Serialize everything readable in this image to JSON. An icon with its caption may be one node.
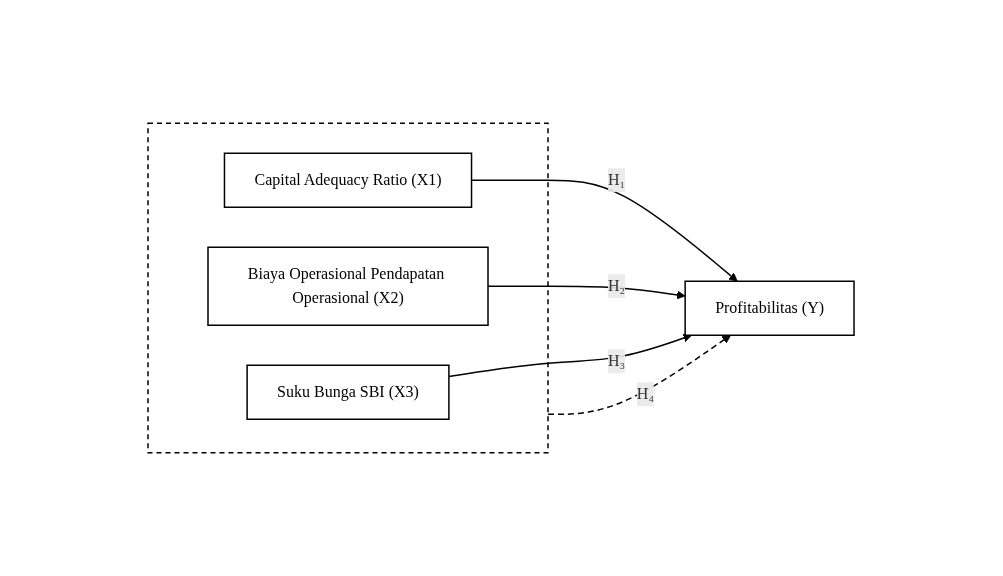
{
  "diagram": {
    "nodes": [
      {
        "text": [],
        "shape": "box"
      },
      {
        "text": [
          "Capital Adequacy Ratio (X1)"
        ],
        "in": 0
      },
      {
        "text": [
          "Biaya Operasional Pendapatan Operasional (X2)"
        ],
        "in": 0
      },
      {
        "text": [
          "Suku Bunga SBI (X3)"
        ],
        "in": 0
      },
      {
        "text": [
          "Profitabilitas (Y)"
        ]
      }
    ],
    "edges": [
      {
        "from": 1,
        "to": 4,
        "arrow": "to",
        "label": "H₁"
      },
      {
        "from": 2,
        "to": 4,
        "arrow": "to",
        "label": "H₂"
      },
      {
        "from": 0,
        "to": 4,
        "arrow": "to",
        "label": "H₄",
        "style": "dashed"
      },
      {
        "from": 3,
        "to": 4,
        "arrow": "to",
        "label": "H₃"
      }
    ]
  }
}
